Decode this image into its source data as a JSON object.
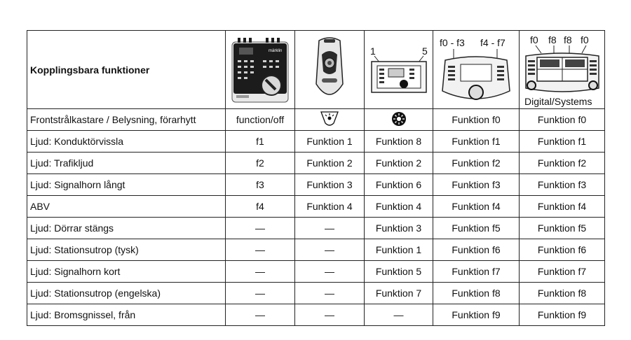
{
  "header": {
    "title": "Kopplingsbara funktioner",
    "devices": [
      {
        "id": "control-unit",
        "labels": []
      },
      {
        "id": "handheld-remote",
        "labels": []
      },
      {
        "id": "mobile-station",
        "labels": [
          "1",
          "5"
        ]
      },
      {
        "id": "mobile-station-2",
        "labels": [
          "f0 - f3",
          "f4 - f7"
        ]
      },
      {
        "id": "central-station",
        "labels": [
          "f0",
          "f8",
          "f8",
          "f0",
          "Digital/Systems"
        ]
      }
    ]
  },
  "rows": [
    {
      "function": "Frontstrålkastare / Belysning, förarhytt",
      "cells": [
        "function/off",
        {
          "icon": "headlight-icon"
        },
        {
          "icon": "light-icon"
        },
        "Funktion f0",
        "Funktion f0"
      ]
    },
    {
      "function": "Ljud: Konduktörvissla",
      "cells": [
        "f1",
        "Funktion 1",
        "Funktion 8",
        "Funktion f1",
        "Funktion f1"
      ]
    },
    {
      "function": "Ljud: Trafikljud",
      "cells": [
        "f2",
        "Funktion 2",
        "Funktion 2",
        "Funktion f2",
        "Funktion f2"
      ]
    },
    {
      "function": "Ljud: Signalhorn långt",
      "cells": [
        "f3",
        "Funktion 3",
        "Funktion 6",
        "Funktion f3",
        "Funktion f3"
      ]
    },
    {
      "function": "ABV",
      "cells": [
        "f4",
        "Funktion 4",
        "Funktion 4",
        "Funktion f4",
        "Funktion f4"
      ]
    },
    {
      "function": "Ljud: Dörrar stängs",
      "cells": [
        "—",
        "—",
        "Funktion 3",
        "Funktion f5",
        "Funktion f5"
      ]
    },
    {
      "function": "Ljud: Stationsutrop (tysk)",
      "cells": [
        "—",
        "—",
        "Funktion 1",
        "Funktion f6",
        "Funktion f6"
      ]
    },
    {
      "function": "Ljud: Signalhorn kort",
      "cells": [
        "—",
        "—",
        "Funktion 5",
        "Funktion f7",
        "Funktion f7"
      ]
    },
    {
      "function": "Ljud: Stationsutrop (engelska)",
      "cells": [
        "—",
        "—",
        "Funktion 7",
        "Funktion f8",
        "Funktion f8"
      ]
    },
    {
      "function": "Ljud: Bromsgnissel, från",
      "cells": [
        "—",
        "—",
        "—",
        "Funktion f9",
        "Funktion f9"
      ]
    }
  ]
}
